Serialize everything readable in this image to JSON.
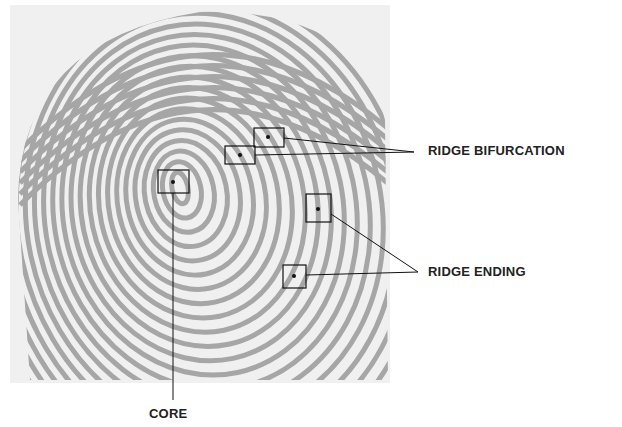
{
  "diagram": {
    "labels": [
      "RIDGE BIFURCATION",
      "RIDGE ENDING",
      "CORE"
    ]
  }
}
